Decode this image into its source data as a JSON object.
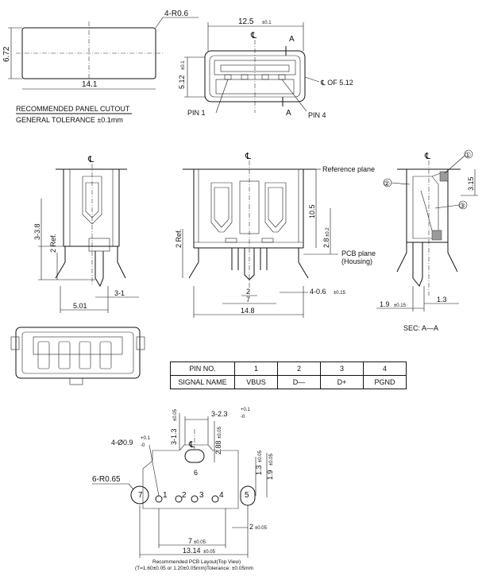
{
  "panel_cutout": {
    "corner_radius": "4-R0.6",
    "height": "6.72",
    "width": "14.1",
    "title": "RECOMMENDED PANEL CUTOUT",
    "tolerance": "GENERAL TOLERANCE ±0.1mm"
  },
  "front_view": {
    "width": "12.5",
    "width_tol": "±0.1",
    "centerline": "℄",
    "section_mark": "A",
    "height": "5.12",
    "height_tol": "±0.1",
    "center_note": "℄ OF 5.12",
    "pin1": "PIN 1",
    "pin4": "PIN 4"
  },
  "side_view": {
    "centerline": "℄",
    "dim_3_8": "3-3.8",
    "dim_2ref": "2 Ref.",
    "dim_3_1": "3-1",
    "dim_5_01": "5.01"
  },
  "top_view": {
    "centerline": "℄",
    "reference_plane": "Reference plane",
    "pcb_plane": "PCB plane",
    "housing": "(Housing)",
    "dim_10_5": "10.5",
    "dim_2_8": "2.8",
    "dim_2_8_tol": "±0.2",
    "dim_2ref": "2 Ref.",
    "dim_2": "2",
    "dim_7": "7",
    "dim_4_0_6": "4-0.6",
    "dim_4_0_6_tol": "±0.15",
    "dim_14_8": "14.8"
  },
  "section_view": {
    "centerline": "℄",
    "callout_1": "①",
    "callout_2": "②",
    "callout_3": "③",
    "dim_3_15": "3.15",
    "dim_1_9": "1.9",
    "dim_1_9_tol": "±0.15",
    "dim_1_3": "1.3",
    "label": "SEC: A—A"
  },
  "signal_table": {
    "header_label": "PIN NO.",
    "pins": [
      "1",
      "2",
      "3",
      "4"
    ],
    "row_label": "SIGNAL NAME",
    "signals": [
      "VBUS",
      "D—",
      "D+",
      "PGND"
    ]
  },
  "pcb_layout": {
    "dim_3_1_3": "3-1.3",
    "dim_3_1_3_tol": "±0.05",
    "dim_3_2_3": "3-2.3",
    "dim_3_2_3_tol_upper": "+0.1",
    "dim_3_2_3_tol_lower": "-0",
    "dim_4_0_9": "4-Ø0.9",
    "dim_4_0_9_tol_upper": "+0.1",
    "dim_4_0_9_tol_lower": "-0",
    "dim_2_88": "2.88",
    "dim_2_88_tol": "±0.05",
    "centerline": "℄",
    "dim_6_r0_65": "6-R0.65",
    "dim_1_3": "1.3",
    "dim_1_3_tol": "±0.05",
    "dim_1_9": "1.9",
    "dim_1_9_tol": "±0.05",
    "pad_labels": [
      "7",
      "1",
      "2",
      "3",
      "4",
      "5",
      "6"
    ],
    "dim_2": "2",
    "dim_2_tol": "±0.05",
    "dim_7": "7",
    "dim_7_tol": "±0.05",
    "dim_13_14": "13.14",
    "dim_13_14_tol": "±0.05",
    "caption_line1": "Recommended PCB Layout(Top View)",
    "caption_line2": "(T=1.60±0.05 or 1.20±0.05mm)Tolerance: ±0.05mm"
  }
}
